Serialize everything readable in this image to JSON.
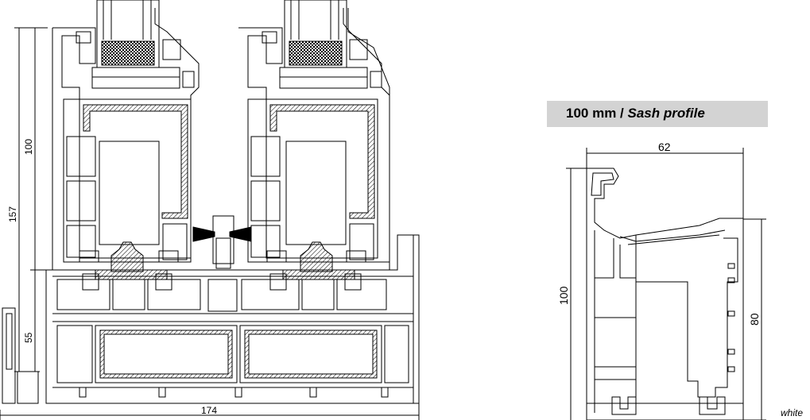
{
  "heading": {
    "size": "100 mm",
    "separator": " / ",
    "name": "Sash profile"
  },
  "color_label": "white",
  "left_drawing": {
    "dim_width": "174",
    "dim_total_height": "157",
    "dim_upper_height": "100",
    "dim_lower_height": "55"
  },
  "right_drawing": {
    "dim_width": "62",
    "dim_height": "100",
    "dim_inner_height": "80"
  }
}
